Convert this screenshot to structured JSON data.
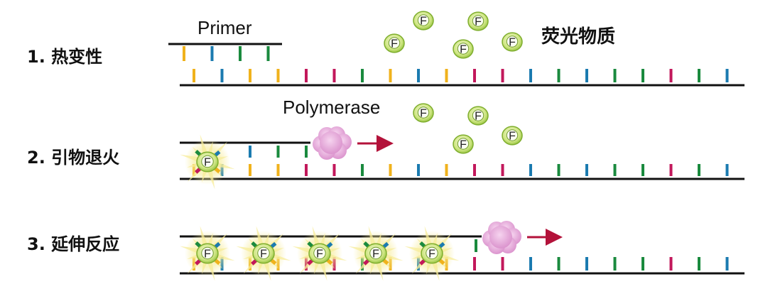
{
  "steps": [
    {
      "label": "1. 热变性"
    },
    {
      "label": "2. 引物退火"
    },
    {
      "label": "3. 延伸反应"
    }
  ],
  "labels": {
    "primer": "Primer",
    "polymerase": "Polymerase",
    "fluorescent": "荧光物质",
    "f_glyph": "F"
  },
  "colors": {
    "yellow": "#f0b21c",
    "blue": "#1b7bb0",
    "green": "#1a8a3e",
    "magenta": "#c2185b",
    "strand": "#111111",
    "arrow": "#b3123a",
    "bead_fill": "#d6ec8e",
    "bead_stroke": "#7fae2e",
    "cloud_fill": "#e6a6d8",
    "glow": "#f7ec9a"
  },
  "template_bases": [
    "yellow",
    "blue",
    "yellow",
    "yellow",
    "magenta",
    "magenta",
    "green",
    "yellow",
    "blue",
    "yellow",
    "magenta",
    "magenta",
    "blue",
    "green",
    "blue",
    "green",
    "green",
    "magenta",
    "green",
    "blue"
  ],
  "primer_bases": [
    "yellow",
    "blue",
    "green",
    "green"
  ],
  "step2_extended_bases": [
    "blue",
    "green",
    "green"
  ],
  "step3_extended_bases": [
    "green"
  ]
}
